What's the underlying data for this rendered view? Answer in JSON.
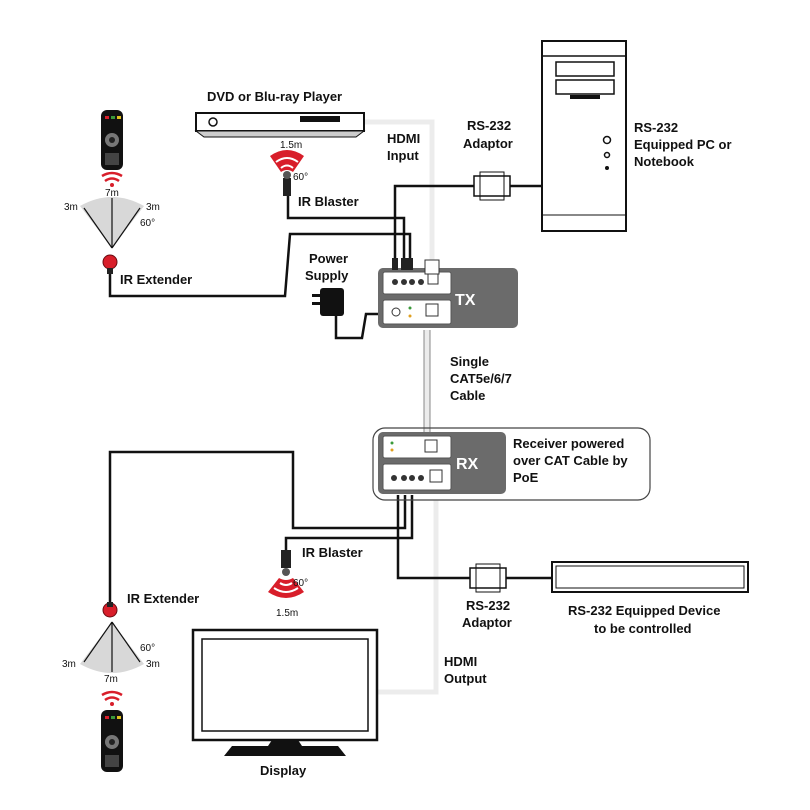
{
  "labels": {
    "dvd": "DVD or Blu-ray Player",
    "hdmi_input_1": "HDMI",
    "hdmi_input_2": "Input",
    "rs232_top_1": "RS-232",
    "rs232_top_2": "Adaptor",
    "pc_1": "RS-232",
    "pc_2": "Equipped PC or",
    "pc_3": "Notebook",
    "ir_blaster_top": "IR Blaster",
    "ir_extender_top": "IR Extender",
    "power_1": "Power",
    "power_2": "Supply",
    "tx": "TX",
    "rx": "RX",
    "cable_1": "Single",
    "cable_2": "CAT5e/6/7",
    "cable_3": "Cable",
    "receiver_1": "Receiver powered",
    "receiver_2": "over CAT Cable by",
    "receiver_3": "PoE",
    "ir_blaster_bottom": "IR Blaster",
    "ir_extender_bottom": "IR Extender",
    "rs232_bottom_1": "RS-232",
    "rs232_bottom_2": "Adaptor",
    "device_1": "RS-232 Equipped Device",
    "device_2": "to be controlled",
    "hdmi_output_1": "HDMI",
    "hdmi_output_2": "Output",
    "display": "Display"
  },
  "measurements": {
    "blaster_top_dist": "1.5m",
    "blaster_top_angle": "60°",
    "blaster_bottom_dist": "1.5m",
    "blaster_bottom_angle": "60°",
    "ext_top_center": "7m",
    "ext_top_left": "3m",
    "ext_top_right": "3m",
    "ext_top_angle": "60°",
    "ext_bottom_center": "7m",
    "ext_bottom_left": "3m",
    "ext_bottom_right": "3m",
    "ext_bottom_angle": "60°"
  },
  "colors": {
    "ir_red": "#d81e2a",
    "box_gray": "#6b6b6b",
    "cable_black": "#111111"
  }
}
